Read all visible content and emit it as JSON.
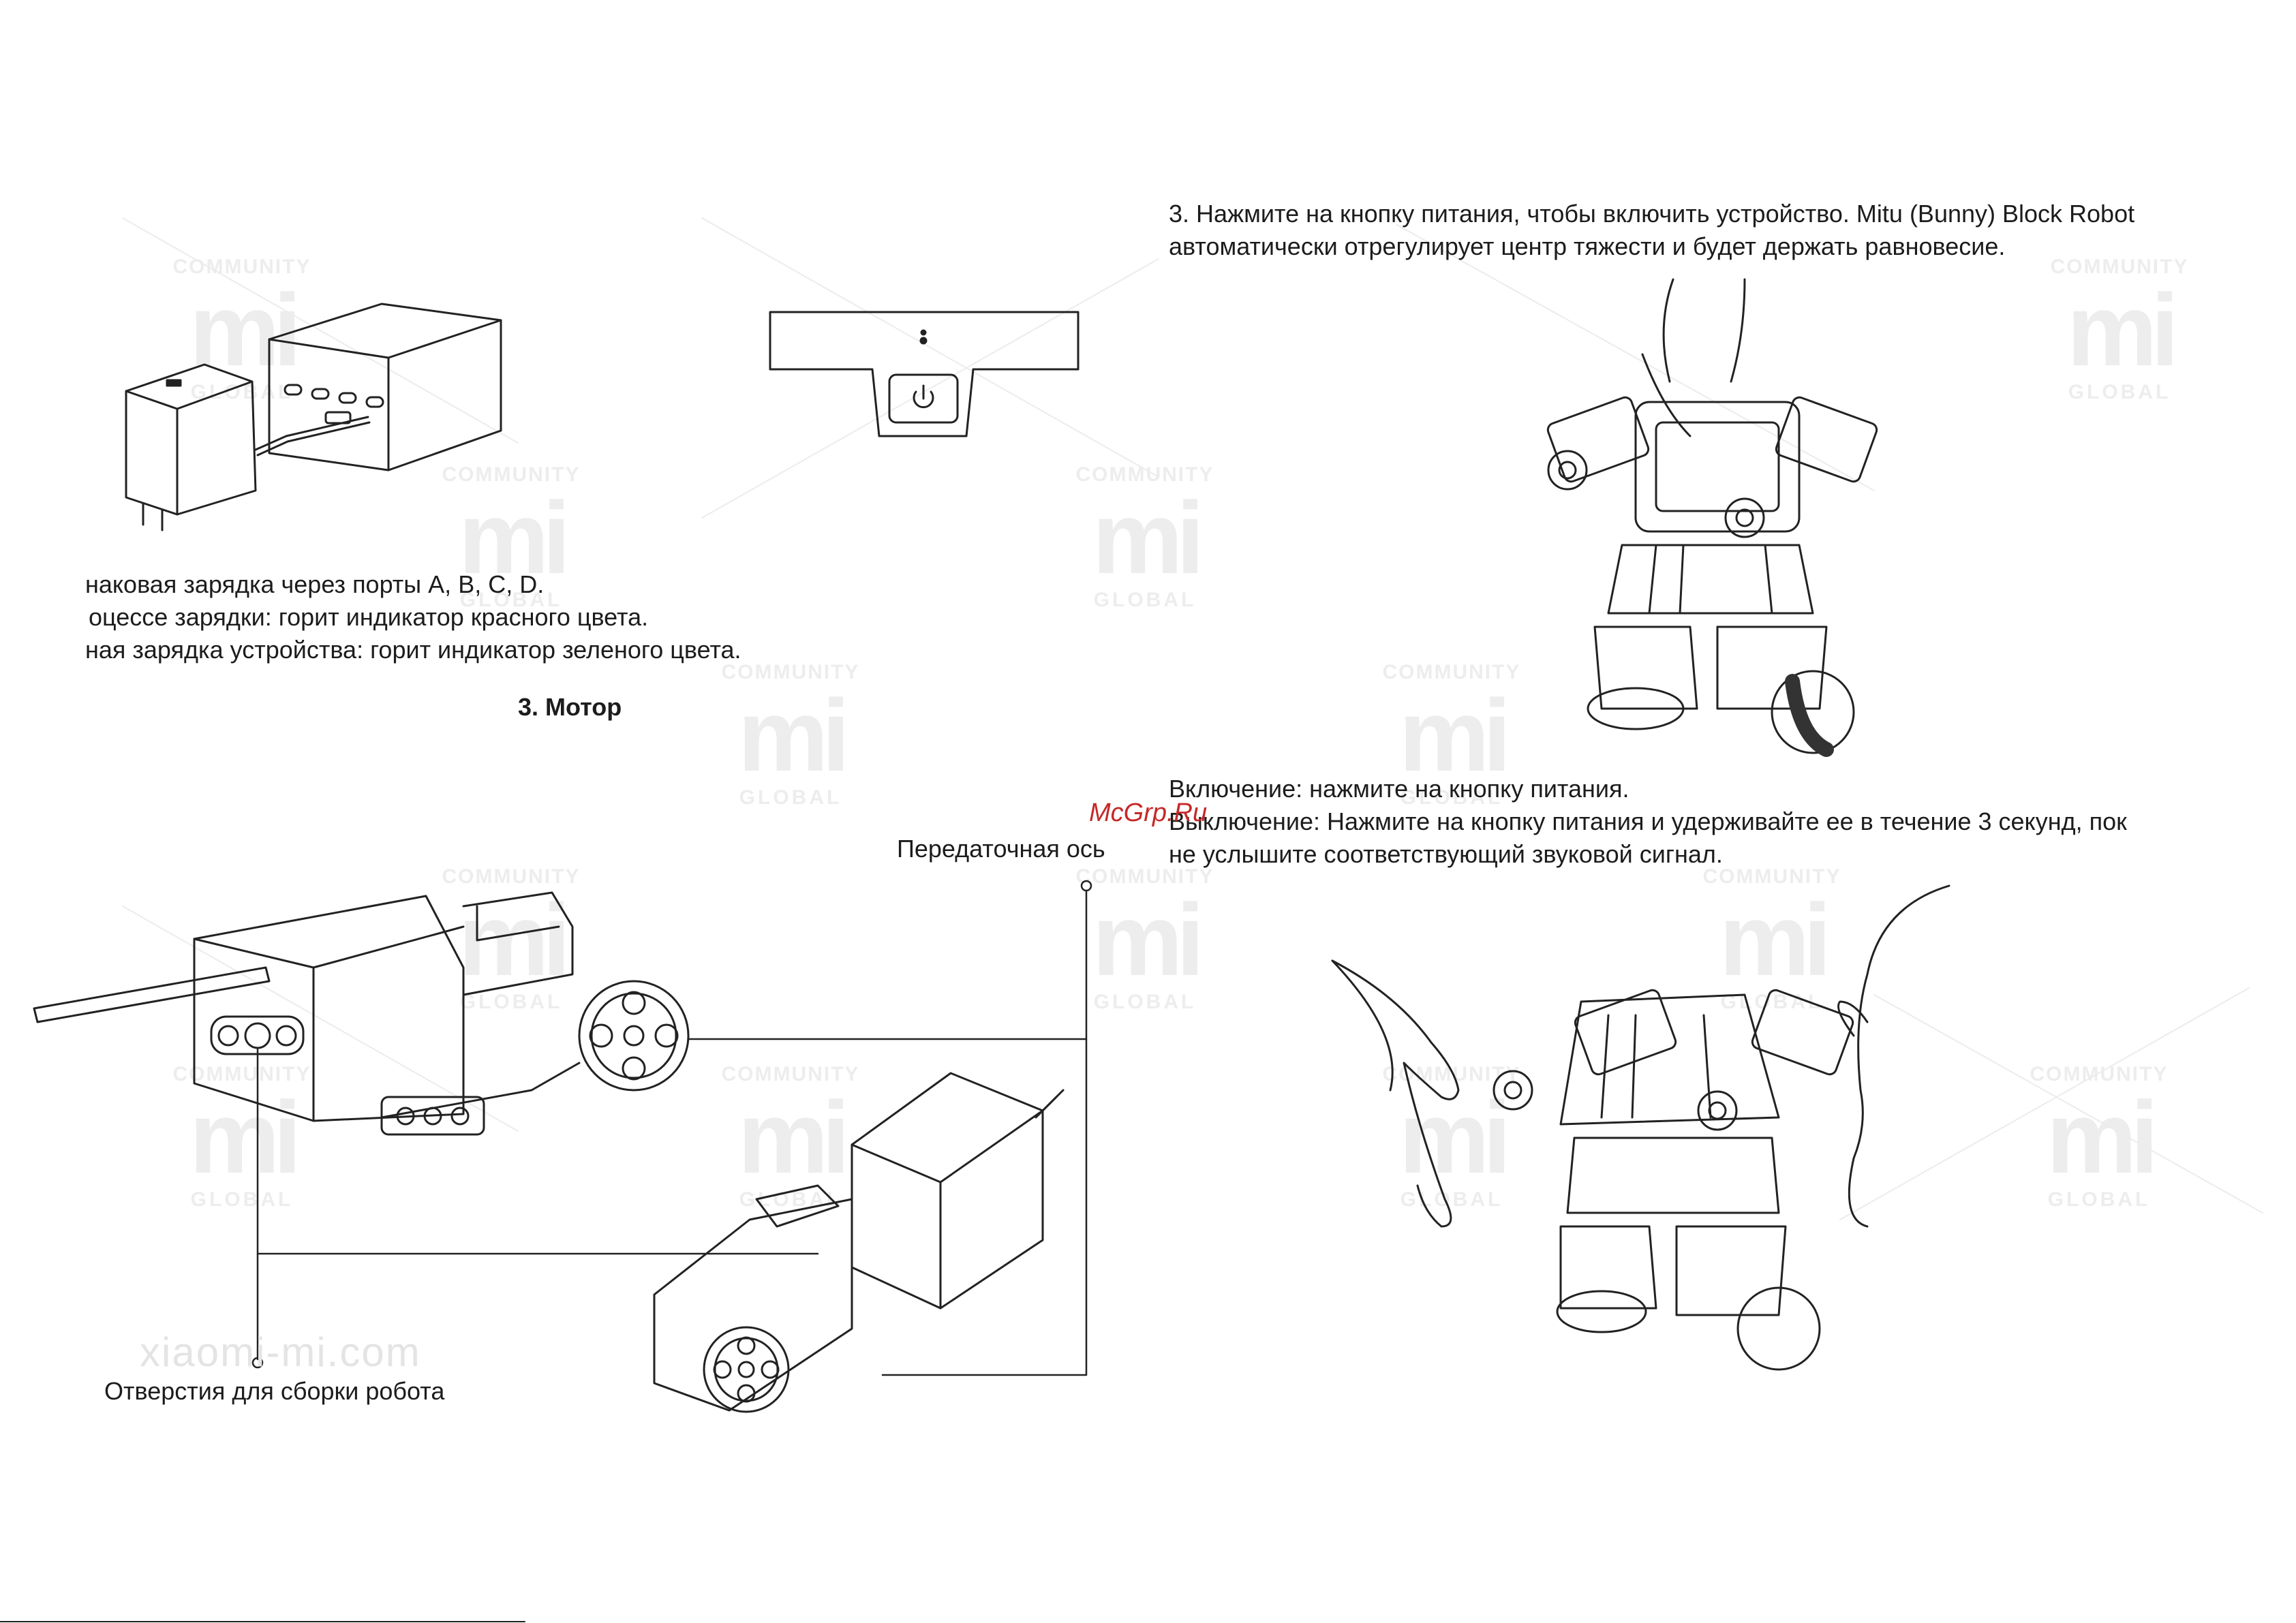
{
  "left_page": {
    "charging_lines": [
      "наковая зарядка через порты A, B, C, D.",
      "оцессе зарядки: горит индикатор красного цвета.",
      "ная зарядка устройства: горит индикатор зеленого цвета."
    ],
    "motor_heading": "3. Мотор",
    "axle_label": "Передаточная ось",
    "holes_label": "Отверстия для сборки робота"
  },
  "right_page": {
    "step3_lines": [
      "3. Нажмите на кнопку питания, чтобы включить устройство. Mitu (Bunny) Block Robot",
      "автоматически отрегулирует центр тяжести и будет держать равновесие."
    ],
    "power_lines": [
      "Включение: нажмите на кнопку питания.",
      "Выключение: Нажмите на кнопку питания и удерживайте ее в течение 3 секунд, пок",
      "не услышите соответствующий звуковой сигнал."
    ]
  },
  "watermark": {
    "community": "COMMUNITY",
    "mi": "mi",
    "global": "GLOBAL",
    "site": "xiaomi-mi.com",
    "mcgrp": "McGrp.Ru"
  },
  "icons": [
    "power-icon",
    "charger-icon",
    "robot-icon",
    "motor-icon",
    "hand-icon"
  ]
}
